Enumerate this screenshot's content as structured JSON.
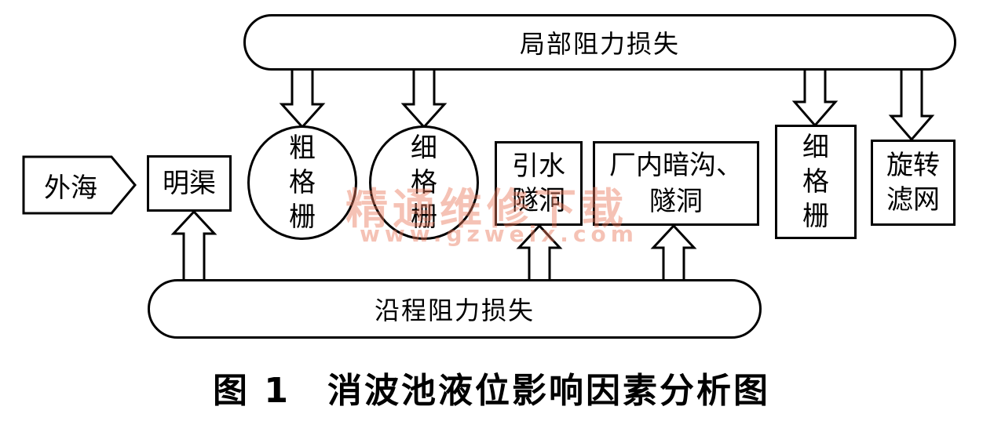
{
  "nodes": {
    "local_loss": "局部阻力损失",
    "along_loss": "沿程阻力损失",
    "sea": "外海",
    "channel": "明渠",
    "coarse_grid": "粗格栅",
    "fine_grid_1": "细格栅",
    "intake_tunnel": "引水隧洞",
    "plant_trench": "厂内暗沟、隧洞",
    "fine_grid_2": "细格栅",
    "rotary_screen": "旋转滤网"
  },
  "caption": "图 1　消波池液位影响因素分析图",
  "watermark": {
    "text": "精通维修下载",
    "url": "www.gzweix.com"
  }
}
